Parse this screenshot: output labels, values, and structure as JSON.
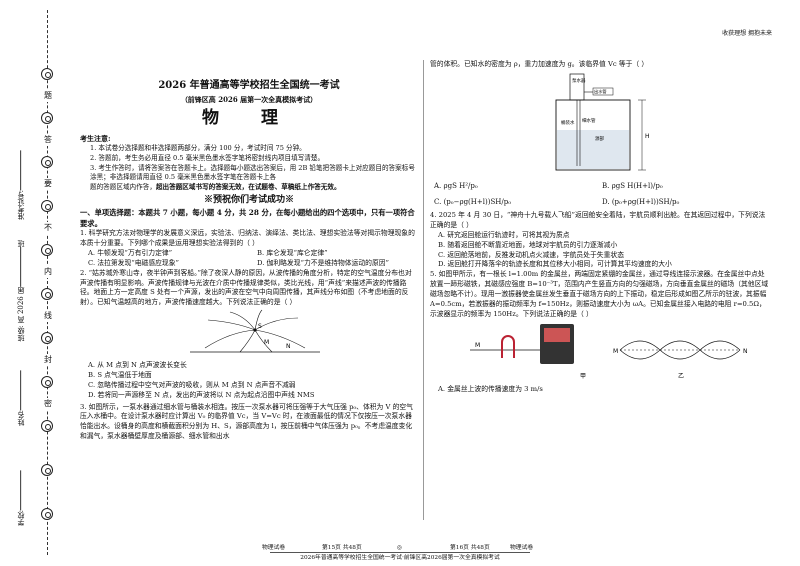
{
  "binding": {
    "vertical_chars": [
      "题",
      "答",
      "要",
      "不",
      "内",
      "线",
      "封",
      "密"
    ],
    "school_label": "学校:",
    "class_label": "班级: 高 2026 届",
    "class_suffix": "班",
    "number_label": "准考证号:",
    "name_label": "姓名:"
  },
  "top_right_text": "收获理想 拥抱未来",
  "header": {
    "title": "2026 年普通高等学校招生全国统一考试",
    "subtitle": "（前锋区高 2026 届第一次全真模拟考试）",
    "subject": "物  理"
  },
  "notice": {
    "heading": "考生注意:",
    "items": [
      "1. 本试卷分选择题和非选择题两部分，满分 100 分，考试时间 75 分钟。",
      "2. 答题前，考生务必用直径 0.5 毫米黑色墨水签字笔将密封线内项目填写清楚。",
      "3. 考生作答时，请将答案答在答题卡上。选择题每小题选出答案后，用 2B 铅笔把答题卡上对应题目的答案标号涂黑；非选择题请用直径 0.5 毫米黑色墨水签字笔在答题卡上各",
      "题的答题区域内作答，"
    ],
    "bold_tail": "超出答题区域书写的答案无效，在试题卷、草稿纸上作答无效。"
  },
  "slogan": "※预祝你们考试成功※",
  "section1": {
    "heading": "一、单项选择题：本题共 7 小题，每小题 4 分，共 28 分，在每小题给出的四个选项中，只有一项符合要求。"
  },
  "q1": {
    "stem": "1. 科学研究方法对物理学的发展意义深远，实验法、归纳法、演绎法、类比法、理想实验法等对揭示物理现象的本质十分重要。下列哪个成果是运用理想实验法得到的（    ）",
    "options": [
      "A. 牛顿发现“万有引力定律”",
      "B. 库仑发现“库仑定律”",
      "C. 法拉第发现“电磁感应现象”",
      "D. 伽利略发现“力不是维持物体运动的原因”"
    ]
  },
  "q2": {
    "stem": "2. “姑苏城外寒山寺，夜半钟声到客船。”除了夜深人静的原因，从波传播的角度分析，特定的空气温度分布也对声波传播有明显影响。声波传播规律与光波在介质中传播规律类似，类比光线，用“声线”来描述声波的传播路径。地面上方一定高度 S 处有一个声源，发出的声波在空气中向周围传播，其声线分布如图（不考虑地面的反射）。已知气温越高的地方，声波传播速度越大。下列说法正确的是（    ）",
    "fig_labels": {
      "s": "S",
      "m": "M",
      "n": "N"
    },
    "options": [
      "A. 从 M 点到 N 点声波波长变长",
      "B. S 点气温低于地面",
      "C. 忽略传播过程中空气对声波的吸收，则从 M 点到 N 点声音不减弱",
      "D. 若将同一声源移至 N 点，发出的声波将以 N 点为起点沿图中声线 NMS"
    ]
  },
  "q3": {
    "stem_a": "3. 如图所示，一泵水器通过细水管与桶装水相连。按压一次泵水器可将压强等于大气压强 p₀、体积为 V 的空气压入水桶中。在设计泵水器时应计算出 V₀ 的临界值 Vc，当 V=Vc 时，在液面最低的情况下仅按压一次泵水器恰能出水。设桶身的高度和横截面积分别为 H、S，源部高度为 l，按压前桶中气体压强为 p₀。不考虑温度变化和漏气，泵水器桶壁厚度及桶源部、细水管和出水",
    "stem_b": "管的体积。已知水的密度为 ρ，重力加速度为 g。该临界值 Vc 等于（    ）",
    "fig_labels": {
      "pump": "泵水器",
      "tube": "出水管",
      "water": "桶装水",
      "thin": "细水管",
      "bucket": "源部",
      "h": "H",
      "l": "l"
    },
    "options": [
      "A.",
      "B.",
      "C.",
      "D."
    ],
    "option_exprs": [
      "ρgS H²/p₀",
      "ρgS H(H+l)/p₀",
      "(p₀−ρg(H+l))SH/p₀",
      "(p₀+ρg(H+l))SH/p₀"
    ]
  },
  "q4": {
    "stem": "4. 2025 年 4 月 30 日，“神舟十九号载人飞船”返回舱安全着陆，宇航员顺利出舱。在其返回过程中，下列说法正确的是（    ）",
    "options": [
      "A. 研究返回舱运行轨迹时，可将其视为质点",
      "B. 随着返回舱不断靠近地面，地球对宇航员的引力逐渐减小",
      "C. 返回舱落地前，反推发动机点火减速，宇航员处于失重状态",
      "D. 返回舱打开降落伞的轨迹长度和其位移大小相同，可计算其平均速度的大小"
    ]
  },
  "q5": {
    "stem": "5. 如图甲所示，有一根长 l=1.00m 的金属丝，两端固定紧绷的金属丝，通过导线连接示波器。在金属丝中点处放置一蹄形磁铁，其磁感应强度 B=10⁻³T，范围内产生竖直方向的匀强磁场，方向垂直金属丝的磁场（其他区域磁场忽略不计）。现用一激振器使金属丝发生垂直于磁场方向的上下振动，稳定后形成如图乙所示的驻波，其振幅 A=0.5cm，若激振器的振动频率为 f=150Hz，则振动速度大小为 ωA。已知金属丝接入电路的电阻 r=0.5Ω，示波器显示的频率为 150Hz。下列说法正确的是（    ）",
    "fig_labels": {
      "m": "M",
      "n": "N",
      "jia": "甲",
      "yi": "乙"
    },
    "options": [
      "A. 金属丝上波的传播速度为 3 m/s"
    ]
  },
  "footer": {
    "left": "物理试卷",
    "left_page": "第15页  共48页",
    "mid_mark": "◎",
    "right_page": "第16页  共48页",
    "right": "物理试卷",
    "bottom": "2026年普通高等学校招生全国统一考试·前锋区高2026届第一次全真模拟考试"
  }
}
